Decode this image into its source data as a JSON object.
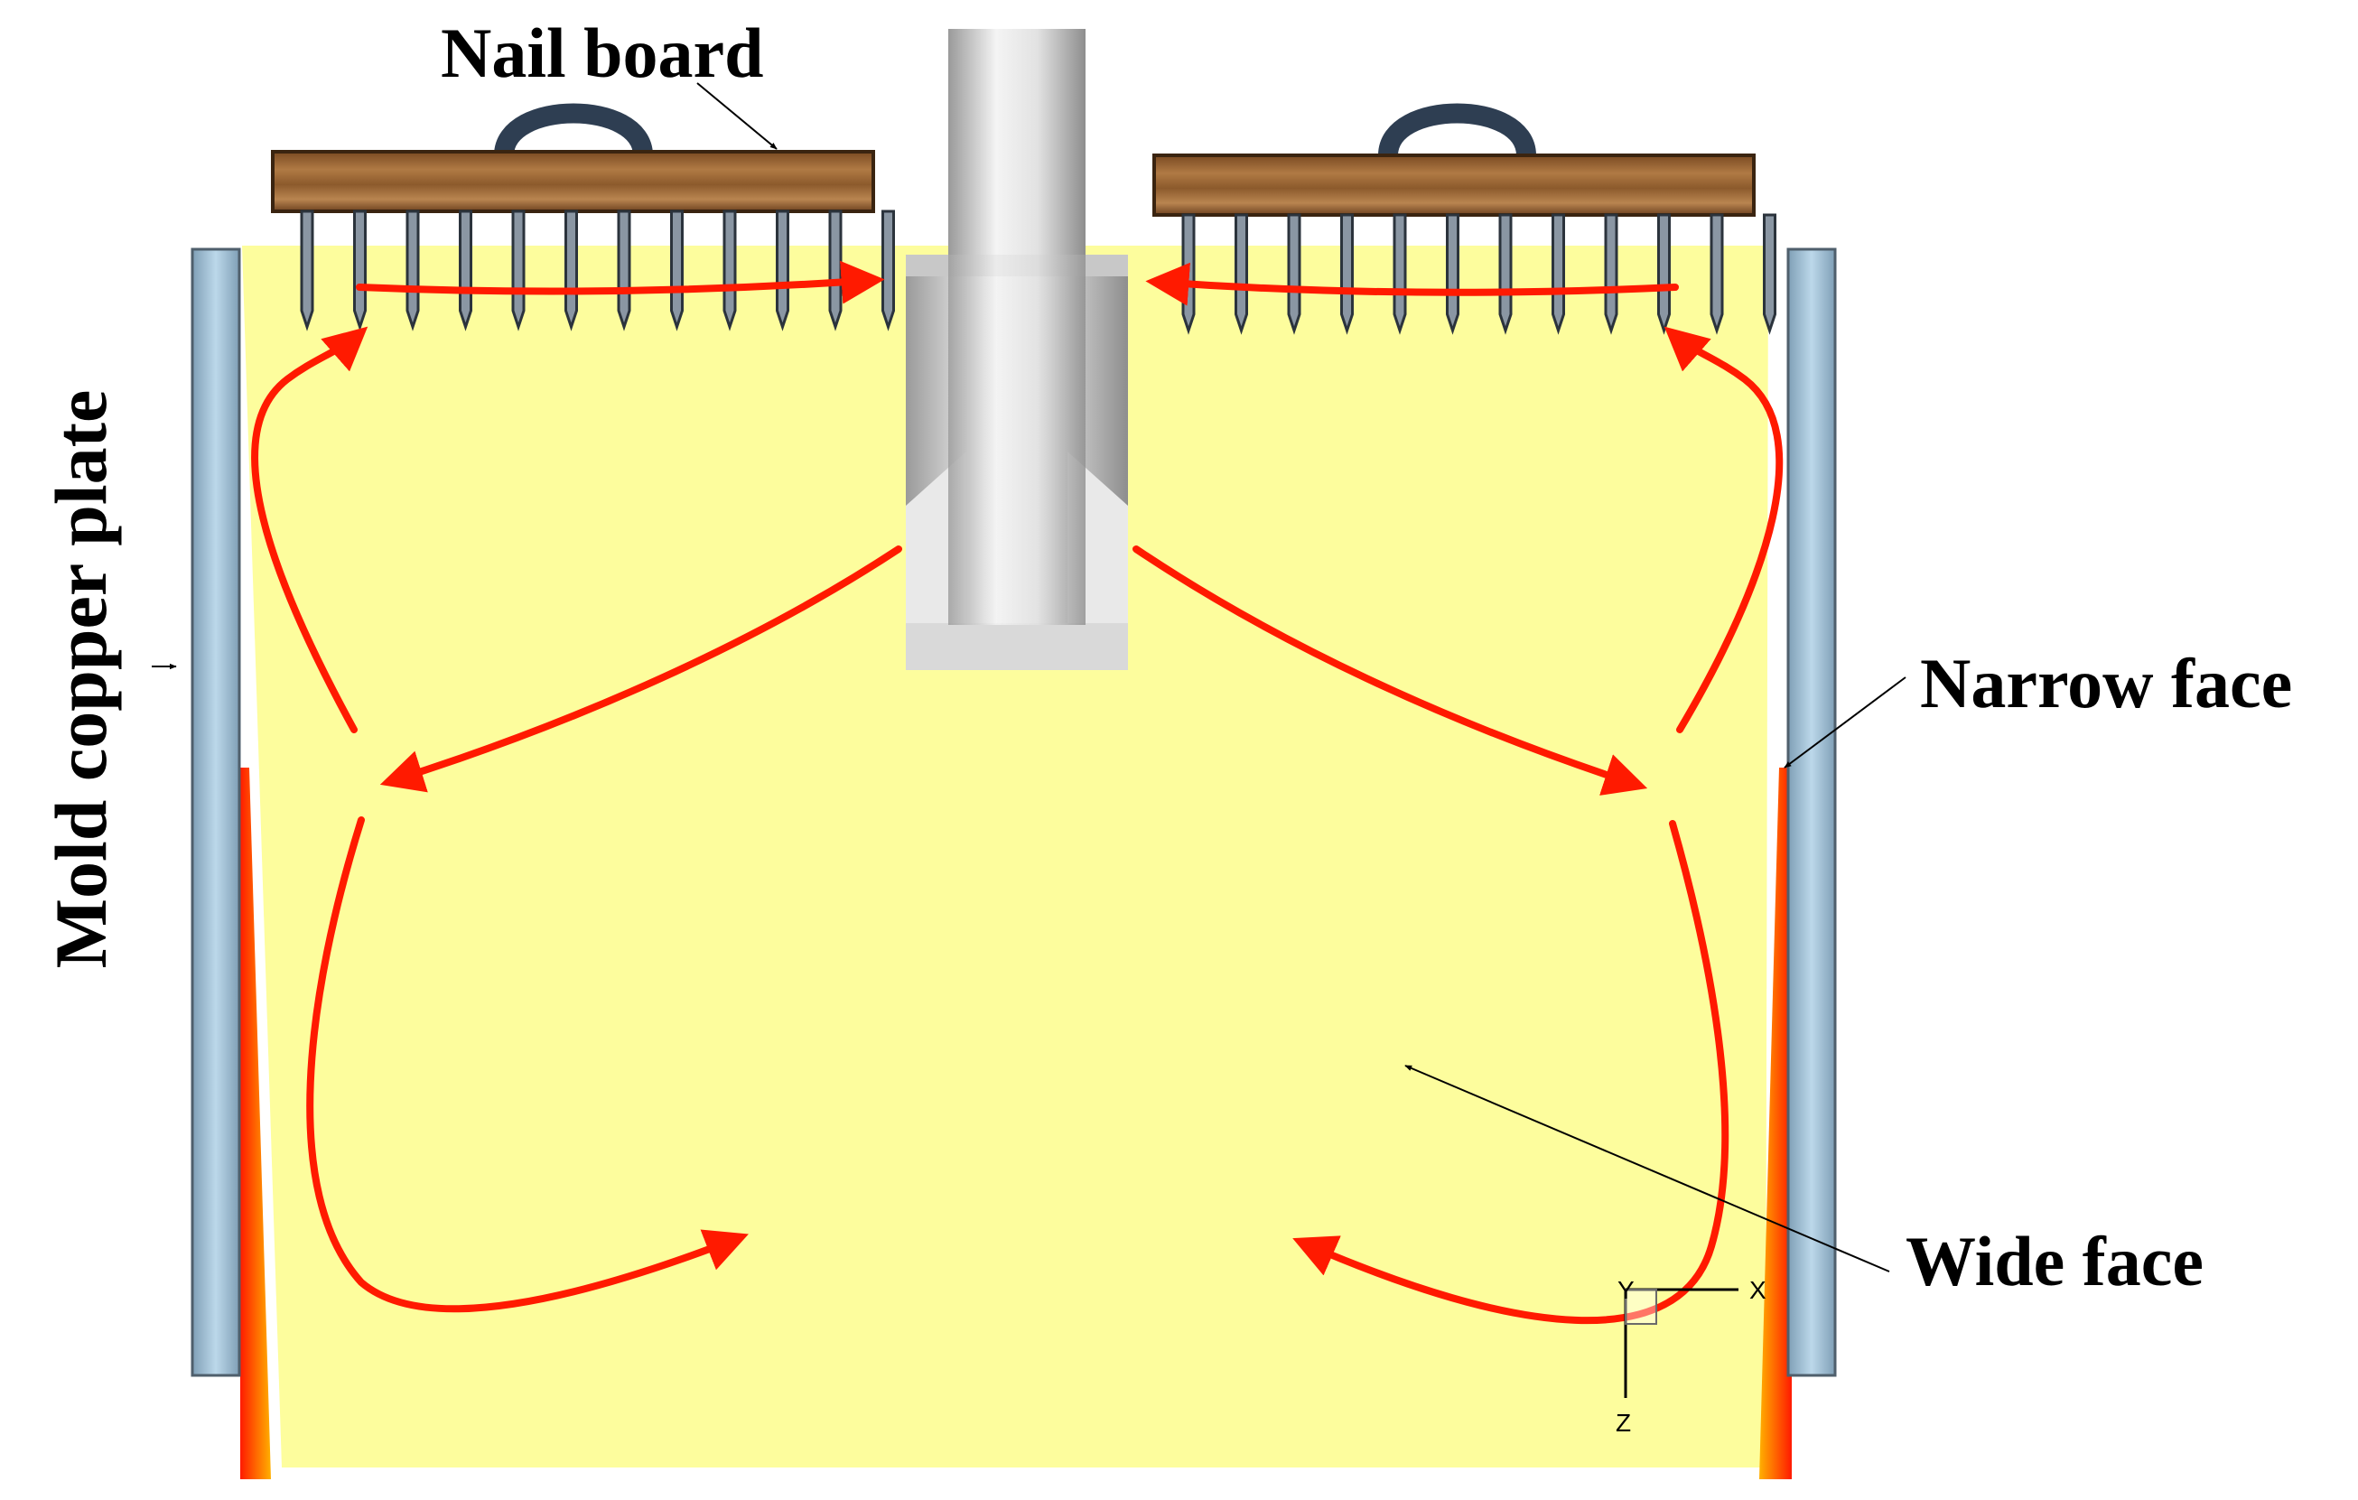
{
  "labels": {
    "nail_board": "Nail board",
    "narrow_face": "Narrow face",
    "wide_face": "Wide face",
    "mold_copper_plate": "Mold copper plate"
  },
  "axes": {
    "y": "Y",
    "x": "X",
    "z": "Z"
  },
  "colors": {
    "steel": "#fdfd9d",
    "plate": "#a9c9de",
    "flow": "#ff1a00",
    "shell": "#ff2200",
    "wood": "#a0693a",
    "nozzle": "#d8d8d8",
    "handle": "#2e3e52"
  }
}
